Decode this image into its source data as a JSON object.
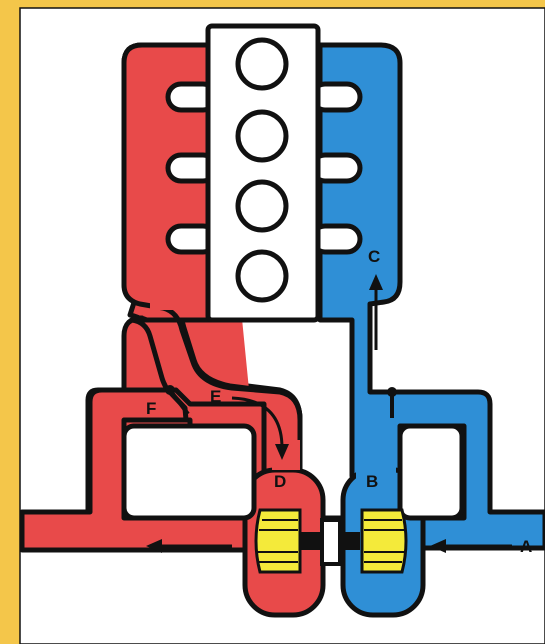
{
  "labels": {
    "a": "A",
    "b": "B",
    "c": "C",
    "d": "D",
    "e": "E",
    "f": "F"
  },
  "colors": {
    "background_border": "#f4c64a",
    "panel": "#ffffff",
    "hot_exhaust": "#e84a4a",
    "cool_intake": "#2f8fd6",
    "turbine_wheel": "#f4ea3a",
    "outline": "#111111"
  }
}
